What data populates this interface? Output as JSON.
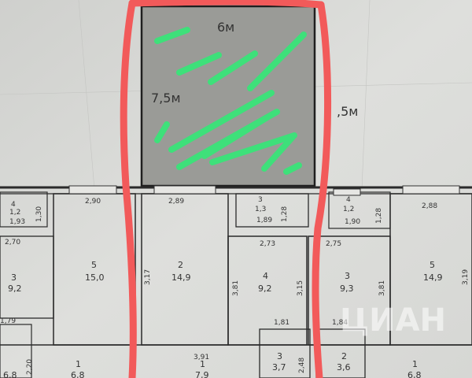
{
  "annotations": {
    "width_label": "6м",
    "height_label": "7,5м",
    "side_label": ",5м"
  },
  "rooms": {
    "r1": {
      "num": "4",
      "area": "1,2"
    },
    "r2": {
      "num": "3",
      "area": "9,2"
    },
    "r3": {
      "num": "5",
      "area": "15,0"
    },
    "r4": {
      "num": "2",
      "area": "14,9"
    },
    "r5": {
      "num": "3",
      "area": "1,3"
    },
    "r6": {
      "num": "4",
      "area": "9,2"
    },
    "r7": {
      "num": "3",
      "area": "9,3"
    },
    "r8": {
      "num": "4",
      "area": "1,2"
    },
    "r9": {
      "num": "5",
      "area": "14,9"
    },
    "r10": {
      "num": "1",
      "area": "6,8"
    },
    "r11": {
      "num": "1",
      "area": "7,9"
    },
    "r12": {
      "num": "3",
      "area": "3,7"
    },
    "r13": {
      "num": "2",
      "area": "3,6"
    },
    "r14": {
      "num": "1",
      "area": "6,8"
    },
    "r15": {
      "num": "",
      "area": "6,8"
    }
  },
  "dimensions": {
    "d1": "1,30",
    "d2": "2,90",
    "d3": "2,89",
    "d4": "1,28",
    "d5": "2,88",
    "d6": "1,93",
    "d7": "1,89",
    "d8": "1,90",
    "d9": "2,70",
    "d10": "2,73",
    "d11": "2,75",
    "d12": "3,17",
    "d13": "3,81",
    "d14": "3,15",
    "d15": "3,81",
    "d16": "3,19",
    "d17": "1,81",
    "d18": "1,84",
    "d19": "3,91",
    "d20": "2,48",
    "d21": "2,20",
    "d22": "1,79",
    "d23": "1,28"
  },
  "watermark": "ЦИАН"
}
